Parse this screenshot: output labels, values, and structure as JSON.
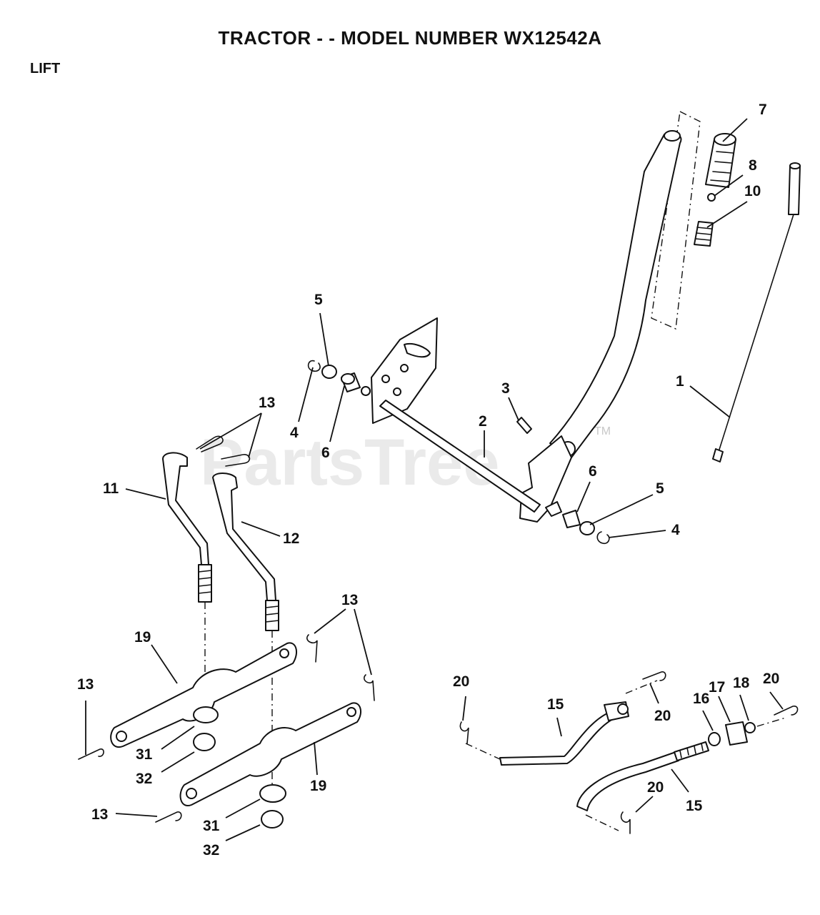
{
  "header": {
    "title": "TRACTOR - - MODEL NUMBER WX12542A",
    "section": "LIFT"
  },
  "watermark": {
    "text": "PartsTree",
    "tm": "TM"
  },
  "callouts": [
    "7",
    "8",
    "10",
    "5",
    "1",
    "3",
    "2",
    "4",
    "6",
    "13",
    "11",
    "12",
    "6",
    "5",
    "4",
    "13",
    "19",
    "13",
    "31",
    "32",
    "19",
    "13",
    "31",
    "32",
    "20",
    "15",
    "20",
    "16",
    "17",
    "18",
    "20",
    "20",
    "15"
  ],
  "colors": {
    "ink": "#111111",
    "watermark": "#d9d9d9",
    "background": "#ffffff"
  }
}
